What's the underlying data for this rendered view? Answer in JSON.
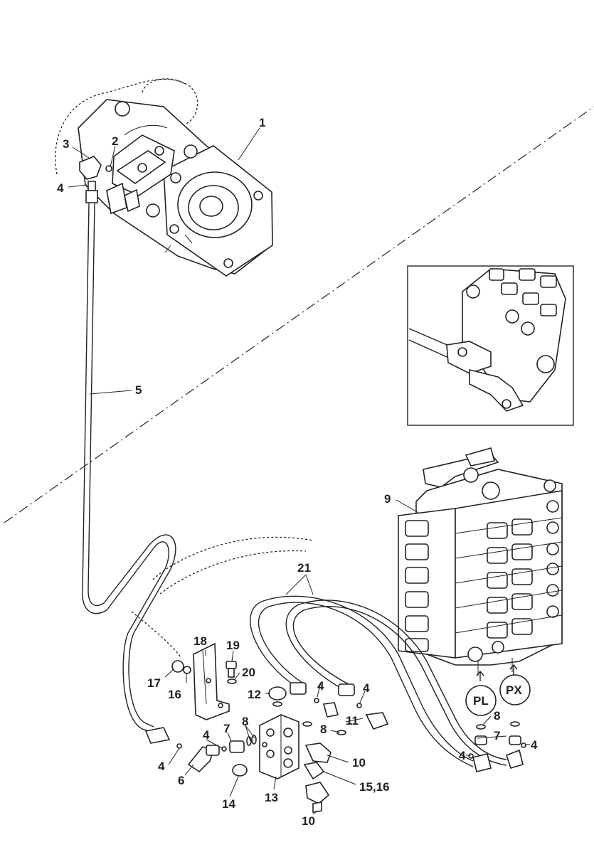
{
  "diagram": {
    "callouts": {
      "c1": "1",
      "c2": "2",
      "c3": "3",
      "c4_top": "4",
      "c5": "5",
      "c9": "9",
      "c21": "21",
      "c18": "18",
      "c19": "19",
      "c20": "20",
      "c17": "17",
      "c16": "16",
      "c12": "12",
      "c4_mid1": "4",
      "c4_mid2": "4",
      "c8_left": "8",
      "c11": "11",
      "c8_right": "8",
      "c7_left": "7",
      "c4_left": "4",
      "c6": "6",
      "c10_a": "10",
      "c10_b": "10",
      "c15_16": "15,16",
      "c13": "13",
      "c14": "14",
      "c4_bottom_left": "4",
      "c8_ports": "8",
      "c7_ports": "7",
      "c4_ports_left": "4",
      "c4_ports_right": "4"
    },
    "ports": {
      "pl": "PL",
      "px": "PX"
    }
  }
}
